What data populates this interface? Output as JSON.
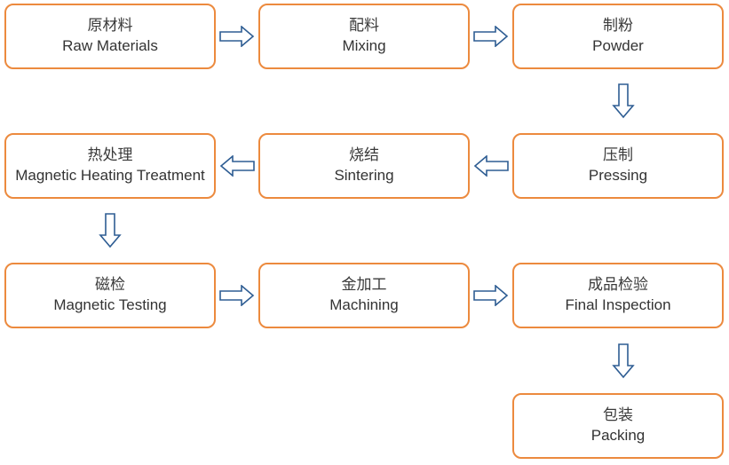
{
  "colors": {
    "box_border": "#ec8a3e",
    "arrow_stroke": "#2e5d93",
    "text": "#333333"
  },
  "steps": [
    {
      "zh": "原材料",
      "en": "Raw Materials"
    },
    {
      "zh": "配料",
      "en": "Mixing"
    },
    {
      "zh": "制粉",
      "en": "Powder"
    },
    {
      "zh": "压制",
      "en": "Pressing"
    },
    {
      "zh": "烧结",
      "en": "Sintering"
    },
    {
      "zh": "热处理",
      "en": "Magnetic Heating Treatment"
    },
    {
      "zh": "磁检",
      "en": "Magnetic Testing"
    },
    {
      "zh": "金加工",
      "en": "Machining"
    },
    {
      "zh": "成品检验",
      "en": "Final Inspection"
    },
    {
      "zh": "包装",
      "en": "Packing"
    }
  ],
  "arrows": [
    {
      "from": "Raw Materials",
      "to": "Mixing",
      "direction": "right"
    },
    {
      "from": "Mixing",
      "to": "Powder",
      "direction": "right"
    },
    {
      "from": "Powder",
      "to": "Pressing",
      "direction": "down"
    },
    {
      "from": "Pressing",
      "to": "Sintering",
      "direction": "left"
    },
    {
      "from": "Sintering",
      "to": "Magnetic Heating Treatment",
      "direction": "left"
    },
    {
      "from": "Magnetic Heating Treatment",
      "to": "Magnetic Testing",
      "direction": "down"
    },
    {
      "from": "Magnetic Testing",
      "to": "Machining",
      "direction": "right"
    },
    {
      "from": "Machining",
      "to": "Final Inspection",
      "direction": "right"
    },
    {
      "from": "Final Inspection",
      "to": "Packing",
      "direction": "down"
    }
  ]
}
